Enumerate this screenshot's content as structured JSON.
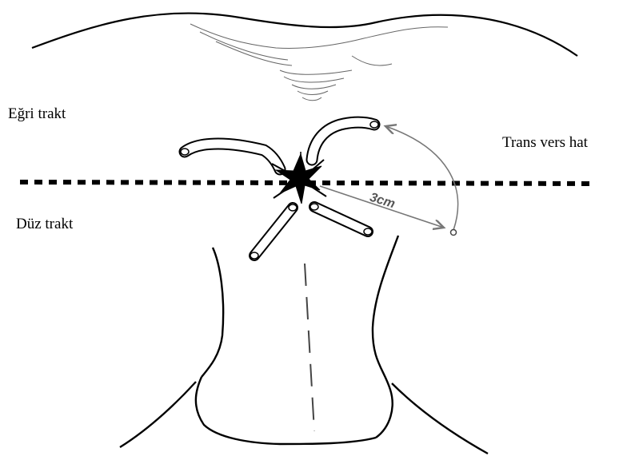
{
  "labels": {
    "curved_tract": "Eğri trakt",
    "transverse_line": "Trans vers hat",
    "straight_tract": "Düz trakt",
    "distance": "3cm"
  },
  "colors": {
    "ink": "#000000",
    "sketch": "#666666",
    "arrow": "#777777"
  }
}
